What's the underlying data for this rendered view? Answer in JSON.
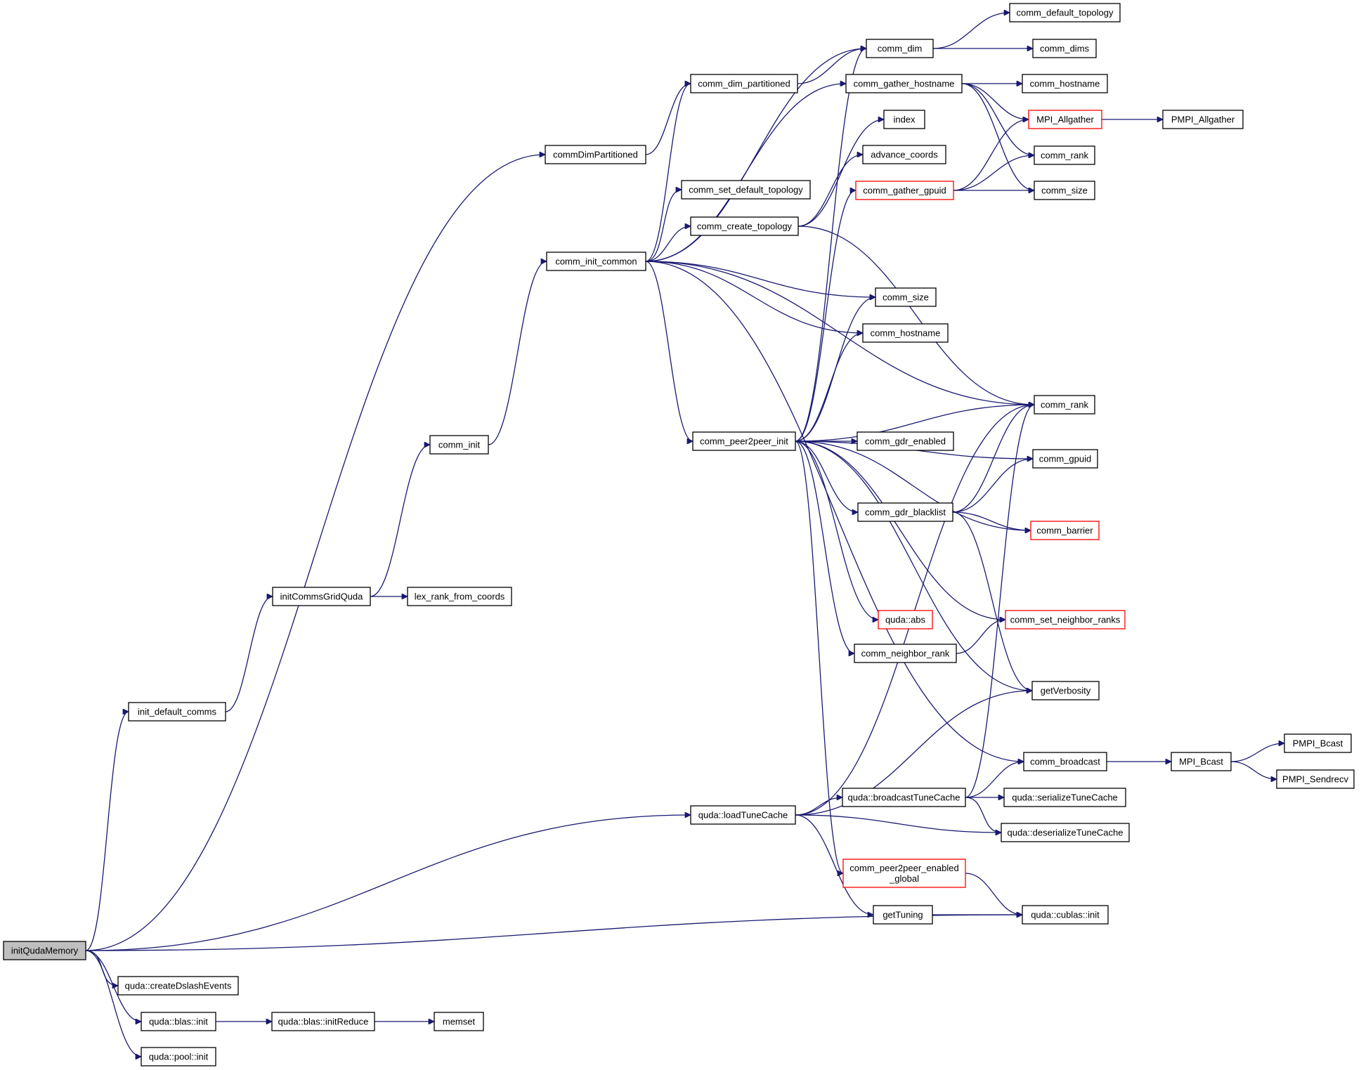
{
  "colors": {
    "edge": "#191970",
    "node_border": "#000000",
    "node_border_incomplete": "#ff0000",
    "root_fill": "#bfbfbf",
    "background": "#ffffff"
  },
  "nodes": [
    {
      "id": "initQudaMemory",
      "label": "initQudaMemory",
      "root": true
    },
    {
      "id": "init_default_comms",
      "label": "init_default_comms"
    },
    {
      "id": "initCommsGridQuda",
      "label": "initCommsGridQuda"
    },
    {
      "id": "lex_rank_from_coords",
      "label": "lex_rank_from_coords"
    },
    {
      "id": "comm_init",
      "label": "comm_init"
    },
    {
      "id": "commDimPartitioned",
      "label": "commDimPartitioned"
    },
    {
      "id": "comm_init_common",
      "label": "comm_init_common"
    },
    {
      "id": "comm_dim_partitioned",
      "label": "comm_dim_partitioned"
    },
    {
      "id": "comm_set_default_topology",
      "label": "comm_set_default_topology"
    },
    {
      "id": "comm_create_topology",
      "label": "comm_create_topology"
    },
    {
      "id": "comm_peer2peer_init",
      "label": "comm_peer2peer_init"
    },
    {
      "id": "comm_dim",
      "label": "comm_dim"
    },
    {
      "id": "comm_gather_hostname",
      "label": "comm_gather_hostname"
    },
    {
      "id": "index",
      "label": "index"
    },
    {
      "id": "advance_coords",
      "label": "advance_coords"
    },
    {
      "id": "comm_gather_gpuid",
      "label": "comm_gather_gpuid",
      "red": true
    },
    {
      "id": "comm_size_mid",
      "label": "comm_size"
    },
    {
      "id": "comm_hostname_mid",
      "label": "comm_hostname"
    },
    {
      "id": "comm_gdr_enabled",
      "label": "comm_gdr_enabled"
    },
    {
      "id": "comm_gdr_blacklist",
      "label": "comm_gdr_blacklist"
    },
    {
      "id": "quda_abs",
      "label": "quda::abs",
      "red": true
    },
    {
      "id": "comm_neighbor_rank",
      "label": "comm_neighbor_rank"
    },
    {
      "id": "comm_default_topology",
      "label": "comm_default_topology"
    },
    {
      "id": "comm_dims",
      "label": "comm_dims"
    },
    {
      "id": "comm_hostname_r",
      "label": "comm_hostname"
    },
    {
      "id": "MPI_Allgather",
      "label": "MPI_Allgather",
      "red": true
    },
    {
      "id": "PMPI_Allgather",
      "label": "PMPI_Allgather"
    },
    {
      "id": "comm_rank_top",
      "label": "comm_rank"
    },
    {
      "id": "comm_size_top",
      "label": "comm_size"
    },
    {
      "id": "comm_rank",
      "label": "comm_rank"
    },
    {
      "id": "comm_gpuid",
      "label": "comm_gpuid"
    },
    {
      "id": "comm_barrier",
      "label": "comm_barrier",
      "red": true
    },
    {
      "id": "comm_set_neighbor_ranks",
      "label": "comm_set_neighbor_ranks",
      "red": true
    },
    {
      "id": "getVerbosity",
      "label": "getVerbosity"
    },
    {
      "id": "comm_broadcast",
      "label": "comm_broadcast"
    },
    {
      "id": "MPI_Bcast",
      "label": "MPI_Bcast"
    },
    {
      "id": "PMPI_Bcast",
      "label": "PMPI_Bcast"
    },
    {
      "id": "PMPI_Sendrecv",
      "label": "PMPI_Sendrecv"
    },
    {
      "id": "quda_loadTuneCache",
      "label": "quda::loadTuneCache"
    },
    {
      "id": "quda_broadcastTuneCache",
      "label": "quda::broadcastTuneCache"
    },
    {
      "id": "quda_serializeTuneCache",
      "label": "quda::serializeTuneCache"
    },
    {
      "id": "quda_deserializeTuneCache",
      "label": "quda::deserializeTuneCache"
    },
    {
      "id": "comm_peer2peer_enabled_global",
      "label": "comm_peer2peer_enabled\n_global",
      "red": true
    },
    {
      "id": "getTuning",
      "label": "getTuning"
    },
    {
      "id": "quda_cublas_init",
      "label": "quda::cublas::init"
    },
    {
      "id": "quda_createDslashEvents",
      "label": "quda::createDslashEvents"
    },
    {
      "id": "quda_blas_init",
      "label": "quda::blas::init"
    },
    {
      "id": "quda_blas_initReduce",
      "label": "quda::blas::initReduce"
    },
    {
      "id": "memset",
      "label": "memset"
    },
    {
      "id": "quda_pool_init",
      "label": "quda::pool::init"
    }
  ],
  "edges": [
    [
      "initQudaMemory",
      "init_default_comms"
    ],
    [
      "initQudaMemory",
      "commDimPartitioned"
    ],
    [
      "initQudaMemory",
      "quda_loadTuneCache"
    ],
    [
      "initQudaMemory",
      "quda_cublas_init"
    ],
    [
      "initQudaMemory",
      "quda_createDslashEvents"
    ],
    [
      "initQudaMemory",
      "quda_blas_init"
    ],
    [
      "initQudaMemory",
      "quda_pool_init"
    ],
    [
      "init_default_comms",
      "initCommsGridQuda"
    ],
    [
      "initCommsGridQuda",
      "comm_init"
    ],
    [
      "initCommsGridQuda",
      "lex_rank_from_coords"
    ],
    [
      "comm_init",
      "comm_init_common"
    ],
    [
      "commDimPartitioned",
      "comm_dim_partitioned"
    ],
    [
      "comm_dim_partitioned",
      "comm_dim"
    ],
    [
      "comm_init_common",
      "comm_dim_partitioned"
    ],
    [
      "comm_init_common",
      "comm_dim"
    ],
    [
      "comm_init_common",
      "comm_gather_hostname"
    ],
    [
      "comm_init_common",
      "comm_set_default_topology"
    ],
    [
      "comm_init_common",
      "comm_create_topology"
    ],
    [
      "comm_init_common",
      "comm_size_mid"
    ],
    [
      "comm_init_common",
      "comm_hostname_mid"
    ],
    [
      "comm_init_common",
      "comm_rank"
    ],
    [
      "comm_init_common",
      "comm_peer2peer_init"
    ],
    [
      "comm_init_common",
      "comm_broadcast"
    ],
    [
      "comm_create_topology",
      "index"
    ],
    [
      "comm_create_topology",
      "advance_coords"
    ],
    [
      "comm_create_topology",
      "comm_rank"
    ],
    [
      "comm_dim",
      "comm_default_topology"
    ],
    [
      "comm_dim",
      "comm_dims"
    ],
    [
      "comm_gather_hostname",
      "comm_hostname_r"
    ],
    [
      "comm_gather_hostname",
      "MPI_Allgather"
    ],
    [
      "comm_gather_hostname",
      "comm_rank_top"
    ],
    [
      "comm_gather_hostname",
      "comm_size_top"
    ],
    [
      "MPI_Allgather",
      "PMPI_Allgather"
    ],
    [
      "comm_gather_gpuid",
      "MPI_Allgather"
    ],
    [
      "comm_gather_gpuid",
      "comm_rank_top"
    ],
    [
      "comm_gather_gpuid",
      "comm_size_top"
    ],
    [
      "comm_peer2peer_init",
      "comm_dim"
    ],
    [
      "comm_peer2peer_init",
      "comm_gather_gpuid"
    ],
    [
      "comm_peer2peer_init",
      "comm_size_mid"
    ],
    [
      "comm_peer2peer_init",
      "comm_hostname_mid"
    ],
    [
      "comm_peer2peer_init",
      "comm_rank"
    ],
    [
      "comm_peer2peer_init",
      "comm_gpuid"
    ],
    [
      "comm_peer2peer_init",
      "comm_gdr_enabled"
    ],
    [
      "comm_peer2peer_init",
      "comm_gdr_blacklist"
    ],
    [
      "comm_peer2peer_init",
      "comm_barrier"
    ],
    [
      "comm_peer2peer_init",
      "quda_abs"
    ],
    [
      "comm_peer2peer_init",
      "comm_set_neighbor_ranks"
    ],
    [
      "comm_peer2peer_init",
      "comm_neighbor_rank"
    ],
    [
      "comm_peer2peer_init",
      "getVerbosity"
    ],
    [
      "comm_peer2peer_init",
      "comm_peer2peer_enabled_global"
    ],
    [
      "comm_gdr_blacklist",
      "comm_rank"
    ],
    [
      "comm_gdr_blacklist",
      "comm_gpuid"
    ],
    [
      "comm_gdr_blacklist",
      "comm_barrier"
    ],
    [
      "comm_gdr_blacklist",
      "getVerbosity"
    ],
    [
      "comm_neighbor_rank",
      "comm_set_neighbor_ranks"
    ],
    [
      "comm_broadcast",
      "MPI_Bcast"
    ],
    [
      "MPI_Bcast",
      "PMPI_Bcast"
    ],
    [
      "MPI_Bcast",
      "PMPI_Sendrecv"
    ],
    [
      "quda_loadTuneCache",
      "comm_rank"
    ],
    [
      "quda_loadTuneCache",
      "getVerbosity"
    ],
    [
      "quda_loadTuneCache",
      "quda_broadcastTuneCache"
    ],
    [
      "quda_loadTuneCache",
      "quda_deserializeTuneCache"
    ],
    [
      "quda_loadTuneCache",
      "getTuning"
    ],
    [
      "quda_broadcastTuneCache",
      "comm_rank"
    ],
    [
      "quda_broadcastTuneCache",
      "comm_broadcast"
    ],
    [
      "quda_broadcastTuneCache",
      "quda_serializeTuneCache"
    ],
    [
      "quda_broadcastTuneCache",
      "quda_deserializeTuneCache"
    ],
    [
      "comm_peer2peer_enabled_global",
      "quda_cublas_init"
    ],
    [
      "getTuning",
      "quda_cublas_init"
    ],
    [
      "quda_blas_init",
      "quda_blas_initReduce"
    ],
    [
      "quda_blas_initReduce",
      "memset"
    ]
  ]
}
